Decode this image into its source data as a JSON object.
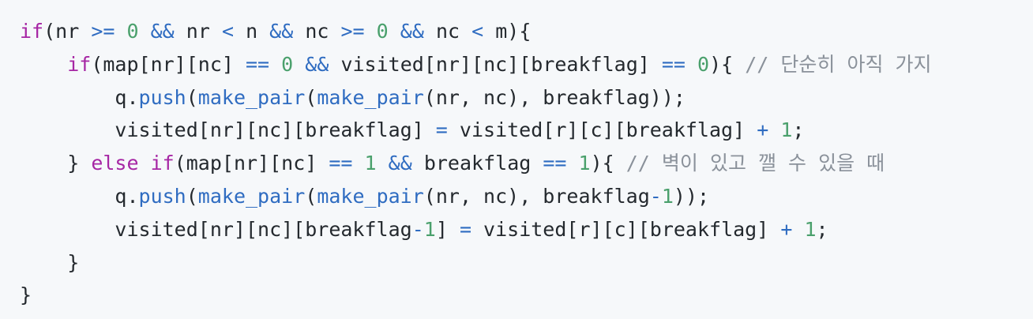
{
  "code": {
    "language": "cpp",
    "colors": {
      "keyword": "#a626a4",
      "function": "#2f6cc1",
      "number": "#4aa06c",
      "operator": "#2f6cc1",
      "comment": "#8a919a",
      "plain": "#24292e",
      "background": "#f6f8fa"
    },
    "lines": [
      [
        {
          "t": "kw",
          "v": "if"
        },
        {
          "t": "pl",
          "v": "(nr "
        },
        {
          "t": "op",
          "v": ">="
        },
        {
          "t": "pl",
          "v": " "
        },
        {
          "t": "num",
          "v": "0"
        },
        {
          "t": "pl",
          "v": " "
        },
        {
          "t": "op",
          "v": "&&"
        },
        {
          "t": "pl",
          "v": " nr "
        },
        {
          "t": "op",
          "v": "<"
        },
        {
          "t": "pl",
          "v": " n "
        },
        {
          "t": "op",
          "v": "&&"
        },
        {
          "t": "pl",
          "v": " nc "
        },
        {
          "t": "op",
          "v": ">="
        },
        {
          "t": "pl",
          "v": " "
        },
        {
          "t": "num",
          "v": "0"
        },
        {
          "t": "pl",
          "v": " "
        },
        {
          "t": "op",
          "v": "&&"
        },
        {
          "t": "pl",
          "v": " nc "
        },
        {
          "t": "op",
          "v": "<"
        },
        {
          "t": "pl",
          "v": " m){"
        }
      ],
      [
        {
          "t": "pl",
          "v": "    "
        },
        {
          "t": "kw",
          "v": "if"
        },
        {
          "t": "pl",
          "v": "(map[nr][nc] "
        },
        {
          "t": "op",
          "v": "=="
        },
        {
          "t": "pl",
          "v": " "
        },
        {
          "t": "num",
          "v": "0"
        },
        {
          "t": "pl",
          "v": " "
        },
        {
          "t": "op",
          "v": "&&"
        },
        {
          "t": "pl",
          "v": " visited[nr][nc][breakflag] "
        },
        {
          "t": "op",
          "v": "=="
        },
        {
          "t": "pl",
          "v": " "
        },
        {
          "t": "num",
          "v": "0"
        },
        {
          "t": "pl",
          "v": "){ "
        },
        {
          "t": "cm",
          "v": "// 단순히 아직 가지"
        }
      ],
      [
        {
          "t": "pl",
          "v": "        q."
        },
        {
          "t": "fn",
          "v": "push"
        },
        {
          "t": "pl",
          "v": "("
        },
        {
          "t": "fn",
          "v": "make_pair"
        },
        {
          "t": "pl",
          "v": "("
        },
        {
          "t": "fn",
          "v": "make_pair"
        },
        {
          "t": "pl",
          "v": "(nr, nc), breakflag));"
        }
      ],
      [
        {
          "t": "pl",
          "v": "        visited[nr][nc][breakflag] "
        },
        {
          "t": "op",
          "v": "="
        },
        {
          "t": "pl",
          "v": " visited[r][c][breakflag] "
        },
        {
          "t": "op",
          "v": "+"
        },
        {
          "t": "pl",
          "v": " "
        },
        {
          "t": "num",
          "v": "1"
        },
        {
          "t": "pl",
          "v": ";"
        }
      ],
      [
        {
          "t": "pl",
          "v": "    } "
        },
        {
          "t": "kw",
          "v": "else"
        },
        {
          "t": "pl",
          "v": " "
        },
        {
          "t": "kw",
          "v": "if"
        },
        {
          "t": "pl",
          "v": "(map[nr][nc] "
        },
        {
          "t": "op",
          "v": "=="
        },
        {
          "t": "pl",
          "v": " "
        },
        {
          "t": "num",
          "v": "1"
        },
        {
          "t": "pl",
          "v": " "
        },
        {
          "t": "op",
          "v": "&&"
        },
        {
          "t": "pl",
          "v": " breakflag "
        },
        {
          "t": "op",
          "v": "=="
        },
        {
          "t": "pl",
          "v": " "
        },
        {
          "t": "num",
          "v": "1"
        },
        {
          "t": "pl",
          "v": "){ "
        },
        {
          "t": "cm",
          "v": "// 벽이 있고 깰 수 있을 때"
        }
      ],
      [
        {
          "t": "pl",
          "v": "        q."
        },
        {
          "t": "fn",
          "v": "push"
        },
        {
          "t": "pl",
          "v": "("
        },
        {
          "t": "fn",
          "v": "make_pair"
        },
        {
          "t": "pl",
          "v": "("
        },
        {
          "t": "fn",
          "v": "make_pair"
        },
        {
          "t": "pl",
          "v": "(nr, nc), breakflag"
        },
        {
          "t": "op",
          "v": "-"
        },
        {
          "t": "num",
          "v": "1"
        },
        {
          "t": "pl",
          "v": "));"
        }
      ],
      [
        {
          "t": "pl",
          "v": "        visited[nr][nc][breakflag"
        },
        {
          "t": "op",
          "v": "-"
        },
        {
          "t": "num",
          "v": "1"
        },
        {
          "t": "pl",
          "v": "] "
        },
        {
          "t": "op",
          "v": "="
        },
        {
          "t": "pl",
          "v": " visited[r][c][breakflag] "
        },
        {
          "t": "op",
          "v": "+"
        },
        {
          "t": "pl",
          "v": " "
        },
        {
          "t": "num",
          "v": "1"
        },
        {
          "t": "pl",
          "v": ";"
        }
      ],
      [
        {
          "t": "pl",
          "v": "    }"
        }
      ],
      [
        {
          "t": "pl",
          "v": "}"
        }
      ]
    ]
  }
}
